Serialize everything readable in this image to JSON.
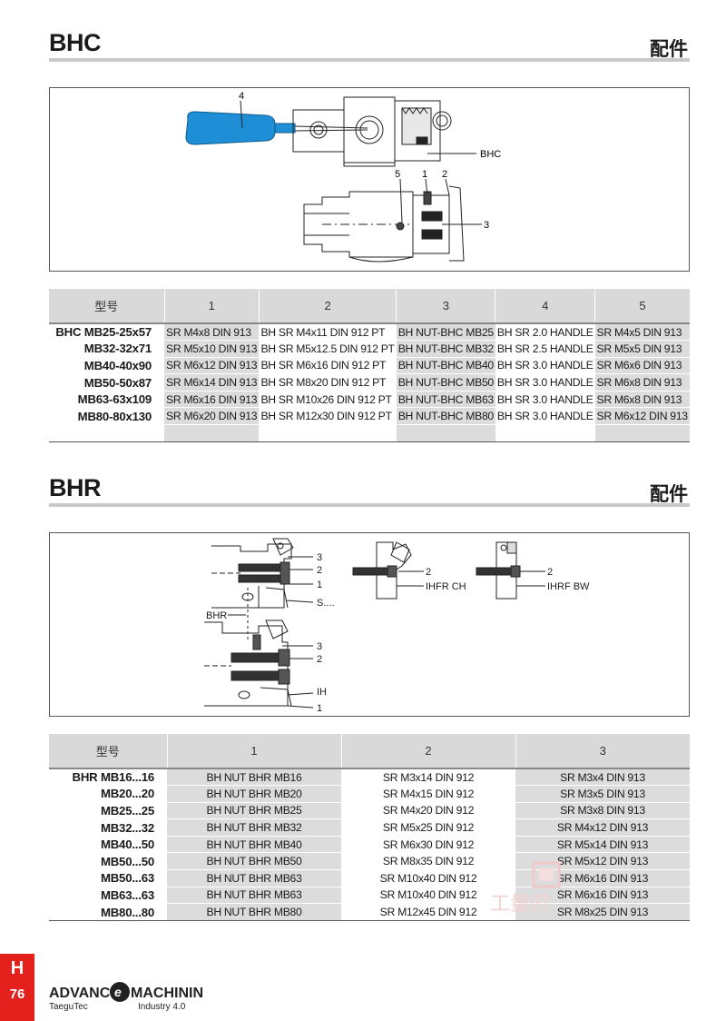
{
  "bhc": {
    "title": "BHC",
    "subtitle": "配件",
    "labels": {
      "n4": "4",
      "n5": "5",
      "n1": "1",
      "n2": "2",
      "n3": "3",
      "name": "BHC"
    },
    "table": {
      "headers": [
        "型号",
        "1",
        "2",
        "3",
        "4",
        "5"
      ],
      "series": "BHC",
      "rows": [
        {
          "model": "MB25-25x57",
          "c": [
            "SR M4x8 DIN 913",
            "BH SR M4x11 DIN 912 PT",
            "BH NUT-BHC MB25",
            "BH SR 2.0 HANDLE",
            "SR M4x5 DIN 913"
          ]
        },
        {
          "model": "MB32-32x71",
          "c": [
            "SR M5x10 DIN 913",
            "BH SR M5x12.5 DIN 912 PT",
            "BH NUT-BHC MB32",
            "BH SR 2.5 HANDLE",
            "SR M5x5 DIN 913"
          ]
        },
        {
          "model": "MB40-40x90",
          "c": [
            "SR M6x12 DIN 913",
            "BH SR M6x16 DIN 912 PT",
            "BH NUT-BHC MB40",
            "BH SR 3.0 HANDLE",
            "SR M6x6 DIN 913"
          ]
        },
        {
          "model": "MB50-50x87",
          "c": [
            "SR M6x14 DIN 913",
            "BH SR M8x20 DIN 912 PT",
            "BH NUT-BHC MB50",
            "BH SR 3.0 HANDLE",
            "SR M6x8 DIN 913"
          ]
        },
        {
          "model": "MB63-63x109",
          "c": [
            "SR M6x16 DIN 913",
            "BH SR M10x26 DIN 912 PT",
            "BH NUT-BHC MB63",
            "BH SR 3.0 HANDLE",
            "SR M6x8 DIN 913"
          ]
        },
        {
          "model": "MB80-80x130",
          "c": [
            "SR M6x20 DIN 913",
            "BH SR M12x30 DIN 912 PT",
            "BH NUT-BHC MB80",
            "BH SR 3.0 HANDLE",
            "SR M6x12 DIN 913"
          ]
        }
      ]
    }
  },
  "bhr": {
    "title": "BHR",
    "subtitle": "配件",
    "labels": {
      "a3": "3",
      "a2": "2",
      "a1": "1",
      "s": "S....",
      "bhr": "BHR",
      "b3": "3",
      "b2": "2",
      "ih": "IH",
      "b1": "1",
      "c2": "2",
      "ihfr": "IHFR CH",
      "d2": "2",
      "ihrf": "IHRF BW"
    },
    "table": {
      "headers": [
        "型号",
        "1",
        "2",
        "3"
      ],
      "series": "BHR",
      "rows": [
        {
          "model": "MB16...16",
          "c": [
            "BH NUT BHR MB16",
            "SR M3x14 DIN 912",
            "SR M3x4 DIN 913"
          ]
        },
        {
          "model": "MB20...20",
          "c": [
            "BH NUT BHR MB20",
            "SR M4x15 DIN 912",
            "SR M3x5 DIN 913"
          ]
        },
        {
          "model": "MB25...25",
          "c": [
            "BH NUT BHR MB25",
            "SR M4x20 DIN 912",
            "SR M3x8 DIN 913"
          ]
        },
        {
          "model": "MB32...32",
          "c": [
            "BH NUT BHR MB32",
            "SR M5x25 DIN 912",
            "SR M4x12 DIN 913"
          ]
        },
        {
          "model": "MB40...50",
          "c": [
            "BH NUT BHR MB40",
            "SR M6x30 DIN 912",
            "SR M5x14 DIN 913"
          ]
        },
        {
          "model": "MB50...50",
          "c": [
            "BH NUT BHR MB50",
            "SR M8x35 DIN 912",
            "SR M5x12 DIN 913"
          ]
        },
        {
          "model": "MB50...63",
          "c": [
            "BH NUT BHR MB63",
            "SR M10x40 DIN 912",
            "SR M6x16 DIN 913"
          ]
        },
        {
          "model": "MB63...63",
          "c": [
            "BH NUT BHR MB63",
            "SR M10x40 DIN 912",
            "SR M6x16 DIN 913"
          ]
        },
        {
          "model": "MB80...80",
          "c": [
            "BH NUT BHR MB80",
            "SR M12x45 DIN 912",
            "SR M8x25 DIN 913"
          ]
        }
      ]
    }
  },
  "footer": {
    "tab_letter": "H",
    "page": "76",
    "brand_left": "ADVANC",
    "brand_right": "MACHINING",
    "brand_sub_left": "TaeguTec",
    "brand_sub_right": "Industry 4.0",
    "watermark": "工量刃"
  },
  "colors": {
    "accent_red": "#e3201b",
    "handle_blue": "#1e8fd6",
    "grey_band": "#d9d9d9"
  }
}
